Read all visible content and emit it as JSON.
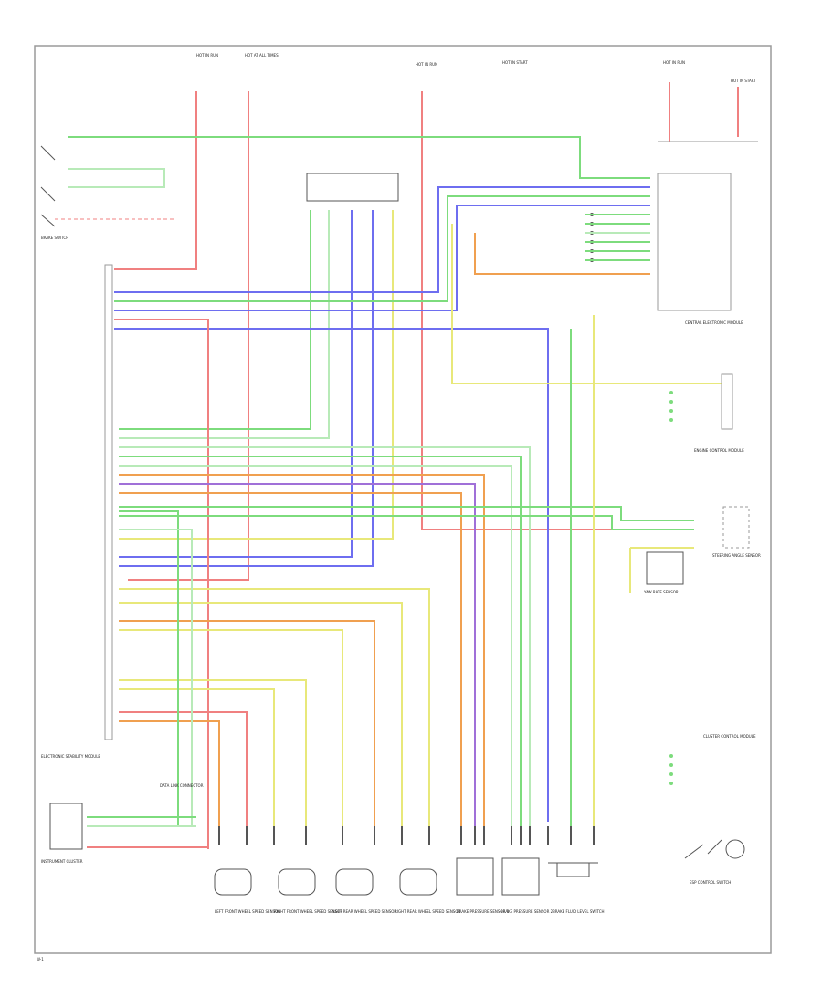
{
  "diagram": {
    "labels": {
      "fuse_a": "HOT IN RUN",
      "fuse_b": "HOT AT ALL TIMES",
      "fuse_c": "HOT IN RUN",
      "fuse_d": "HOT IN START",
      "fuse_e": "HOT IN RUN",
      "fuse_f": "HOT IN START",
      "ec_module": "ELECTRONIC STABILITY MODULE",
      "central_module": "CENTRAL ELECTRONIC MODULE",
      "engine_module": "ENGINE CONTROL MODULE",
      "steering_sensor": "STEERING ANGLE SENSOR",
      "yaw_sensor": "YAW RATE SENSOR",
      "clutch_module": "CLUSTER CONTROL MODULE",
      "esp_switch": "ESP CONTROL SWITCH",
      "brake_switch": "BRAKE SWITCH",
      "speed_lf": "LEFT FRONT WHEEL SPEED SENSOR",
      "speed_rf": "RIGHT FRONT WHEEL SPEED SENSOR",
      "speed_lr": "LEFT REAR WHEEL SPEED SENSOR",
      "speed_rr": "RIGHT REAR WHEEL SPEED SENSOR",
      "brake_sensor_1": "BRAKE PRESSURE SENSOR 1",
      "brake_sensor_2": "BRAKE PRESSURE SENSOR 2",
      "brake_fluid": "BRAKE FLUID LEVEL SWITCH",
      "data_link": "DATA LINK CONNECTOR",
      "instrument": "INSTRUMENT CLUSTER",
      "footer": "W-1"
    },
    "colors": {
      "red": "#f08080",
      "green": "#7ddc7d",
      "blue": "#6e6ef0",
      "yellow": "#e8e87a",
      "orange": "#f0a050",
      "violet": "#a070d8",
      "pink": "#f4a0c0",
      "lightgreen": "#b8eab8",
      "frame": "#9a9a9a",
      "dark": "#555555"
    }
  }
}
